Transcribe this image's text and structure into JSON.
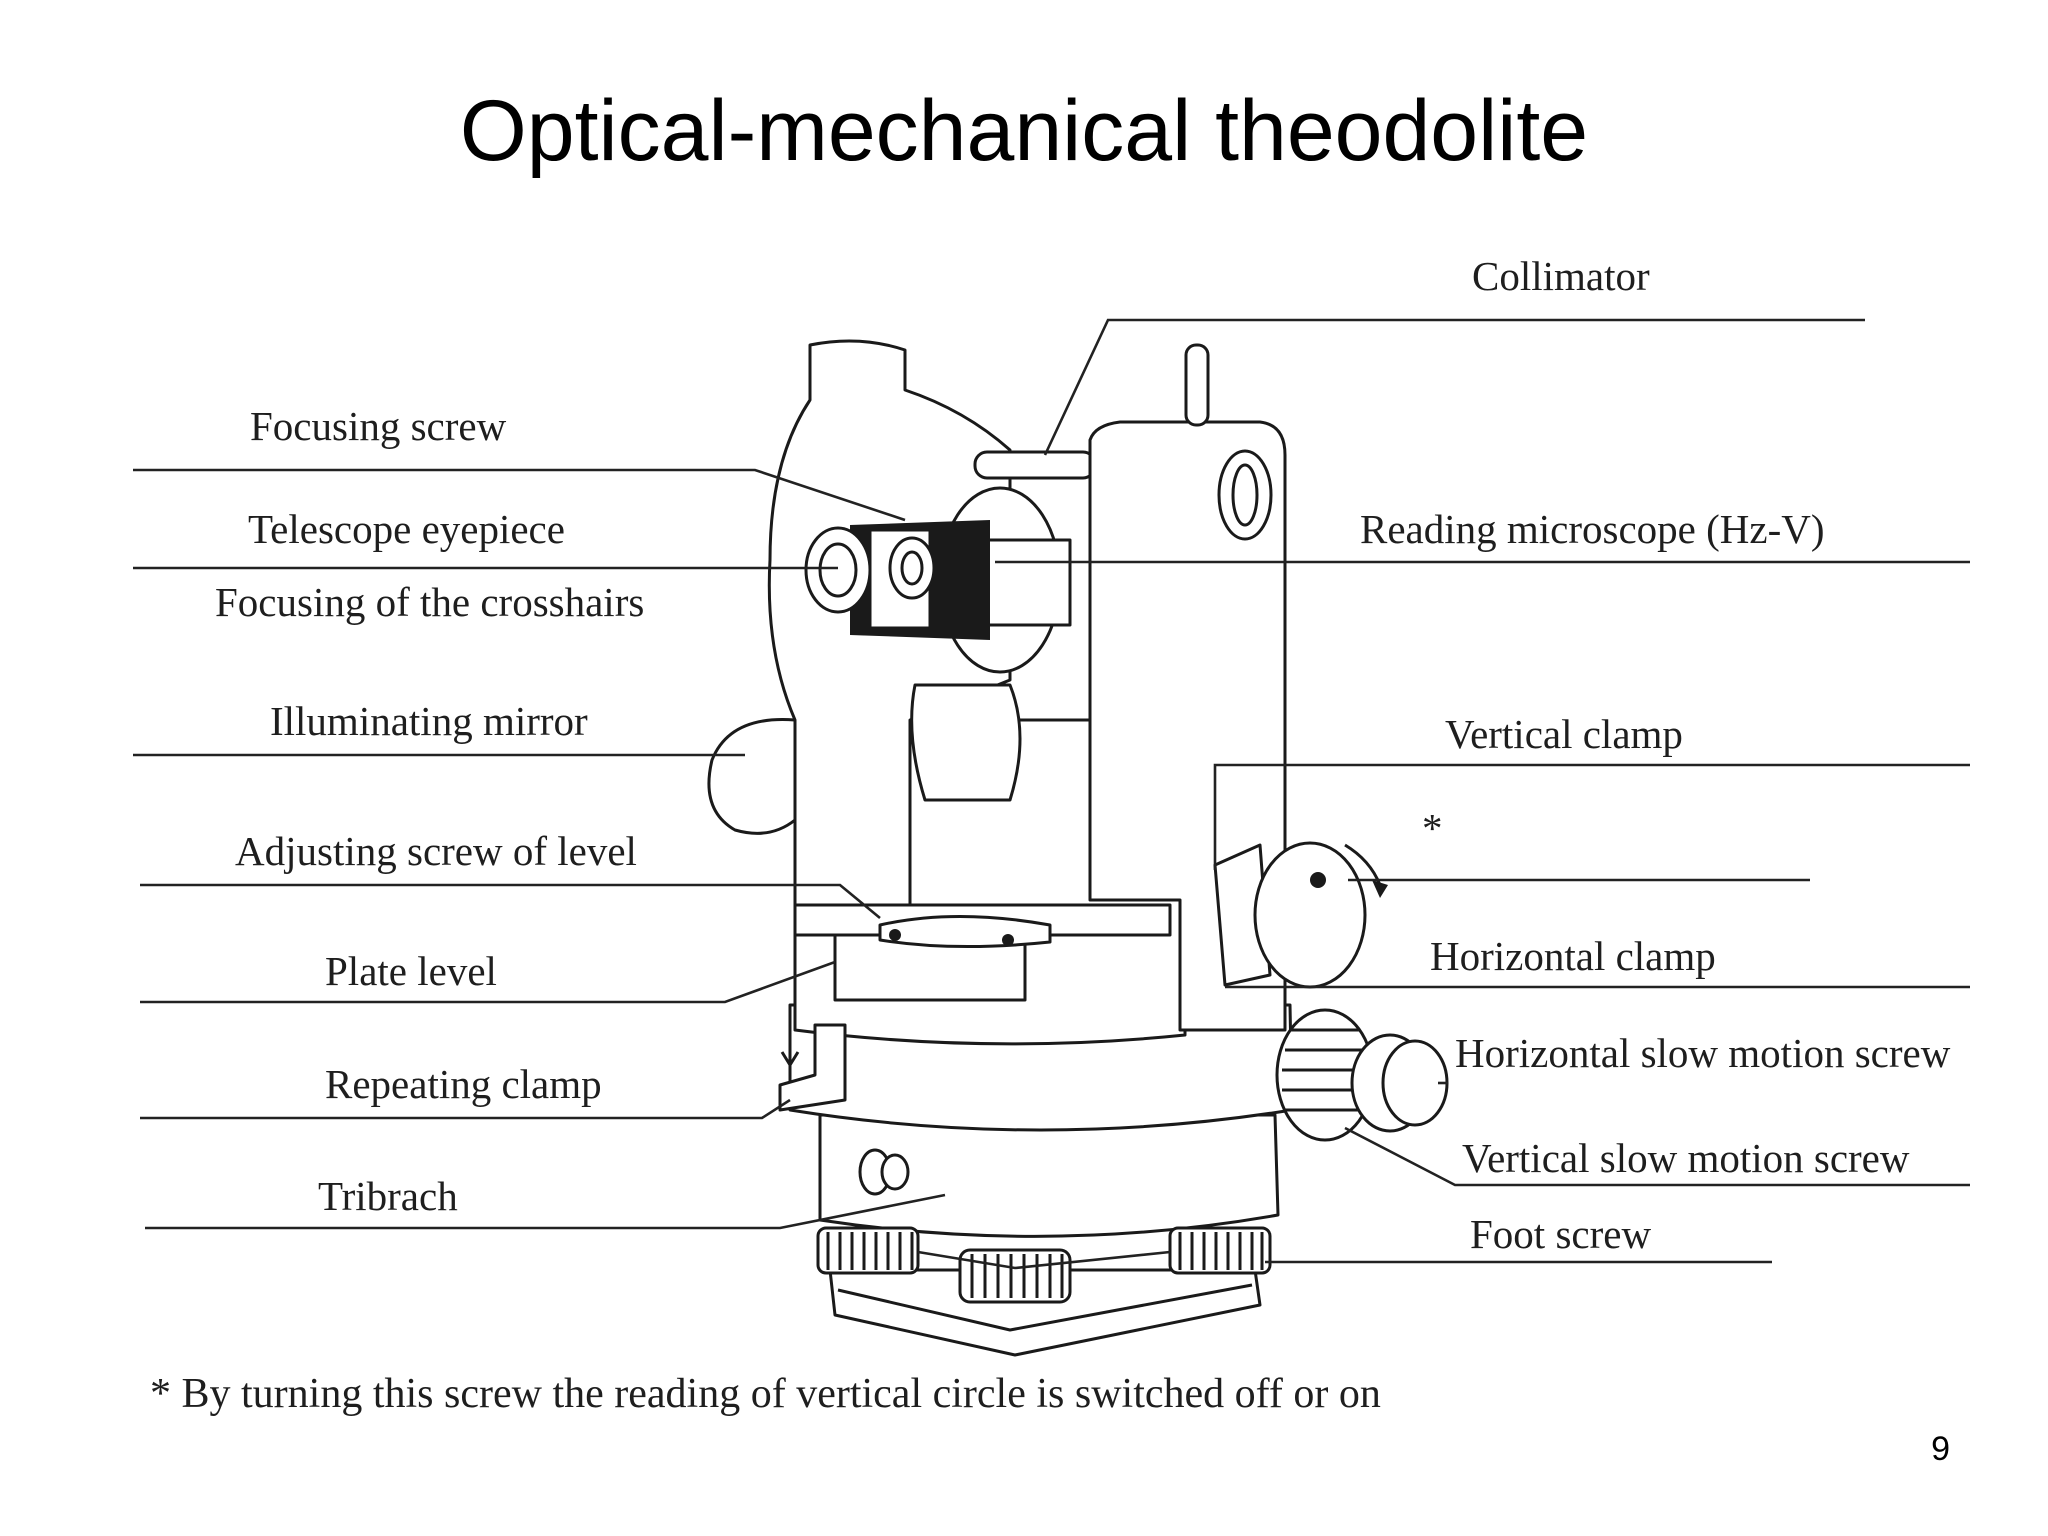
{
  "title": "Optical-mechanical theodolite",
  "page_number": "9",
  "footnote": "* By turning this screw the reading of vertical circle is switched off or on",
  "asterisk_marker": "*",
  "labels_left": {
    "focusing_screw": "Focusing screw",
    "telescope_eyepiece": "Telescope eyepiece",
    "focusing_crosshairs": "Focusing of the crosshairs",
    "illuminating_mirror": "Illuminating mirror",
    "adjusting_screw_level": "Adjusting screw of level",
    "plate_level": "Plate level",
    "repeating_clamp": "Repeating clamp",
    "tribrach": "Tribrach"
  },
  "labels_right": {
    "collimator": "Collimator",
    "reading_microscope": "Reading microscope (Hz-V)",
    "vertical_clamp": "Vertical clamp",
    "horizontal_clamp": "Horizontal clamp",
    "horizontal_slow_motion": "Horizontal slow motion screw",
    "vertical_slow_motion": "Vertical slow motion screw",
    "foot_screw": "Foot screw"
  }
}
